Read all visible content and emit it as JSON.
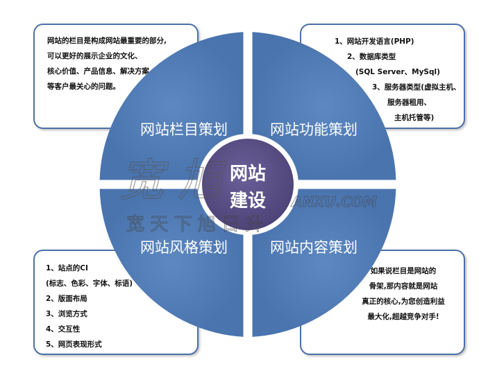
{
  "center": {
    "line1": "网站",
    "line2": "建设"
  },
  "quadrants": {
    "top_left": "网站栏目策划",
    "top_right": "网站功能策划",
    "bottom_left": "网站风格策划",
    "bottom_right": "网站内容策划"
  },
  "boxes": {
    "top_left": {
      "lines": [
        "网站的栏目是构成网站最重要的部分,",
        "可以更好的展示企业的文化、",
        "核心价值、产品信息、解决方案",
        "等客户最关心的问题。"
      ]
    },
    "top_right": {
      "lines": [
        "1、网站开发语言(PHP)",
        "2、数据库类型",
        "(SQL Server、MySql)",
        "3、服务器类型(虚拟主机、",
        "服务器租用、",
        "主机托管等)"
      ]
    },
    "bottom_left": {
      "lines": [
        "1、站点的CI",
        "(标志、色彩、字体、标语)",
        "2、版面布局",
        "3、浏览方式",
        "4、交互性",
        "5、网页表现形式"
      ]
    },
    "bottom_right": {
      "lines": [
        "如果说栏目是网站的",
        "骨架,那内容就是网站",
        "真正的核心,为您创造利益",
        "最大化,超越竞争对手!"
      ]
    }
  },
  "watermark": {
    "big": "宽 旭",
    "latin": "ANXU.COM",
    "row": "宽 天 下   旭 日 升"
  },
  "colors": {
    "quadrant_fill": "#4f7ab5",
    "center_fill": "#5a4f86",
    "box_border": "#4a6fa8"
  }
}
